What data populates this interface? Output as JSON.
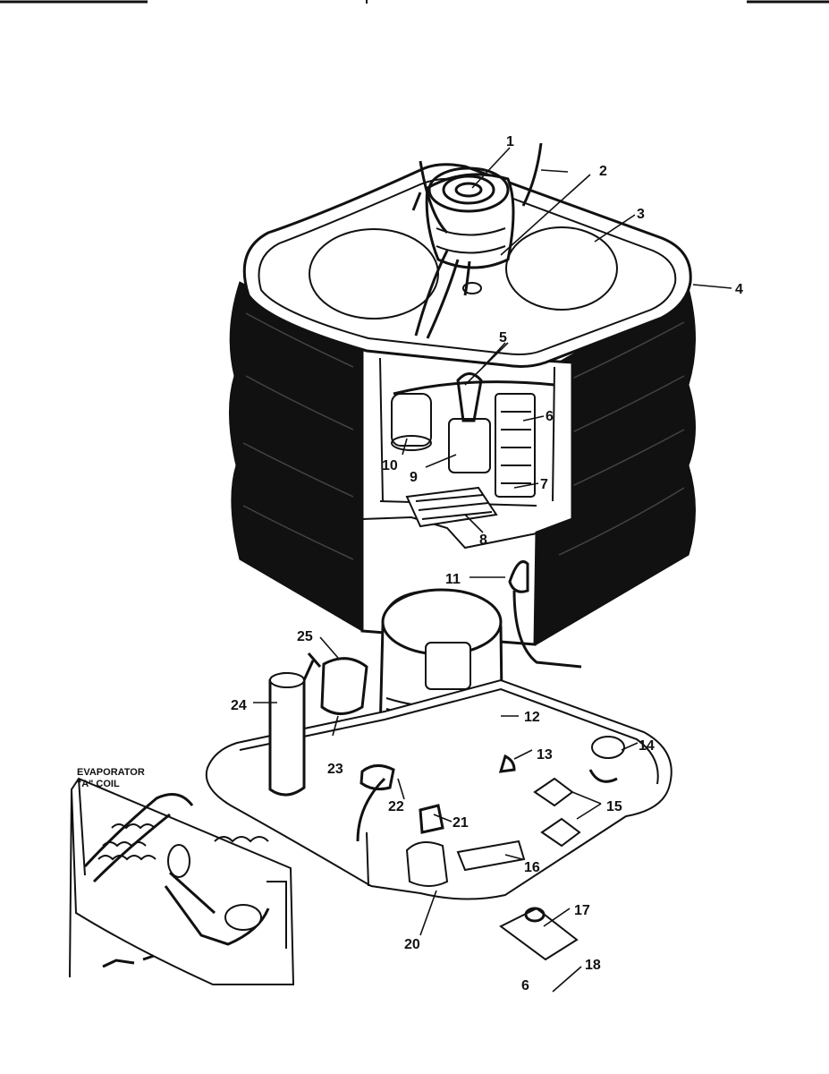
{
  "inset": {
    "line1": "EVAPORATOR",
    "line2": "\"A\" COIL"
  },
  "callouts": [
    "1",
    "2",
    "3",
    "4",
    "5",
    "6",
    "7",
    "8",
    "9",
    "10",
    "11",
    "12",
    "13",
    "14",
    "15",
    "16",
    "17",
    "18",
    "20",
    "21",
    "22",
    "23",
    "24",
    "25"
  ],
  "corner_mark": "6"
}
